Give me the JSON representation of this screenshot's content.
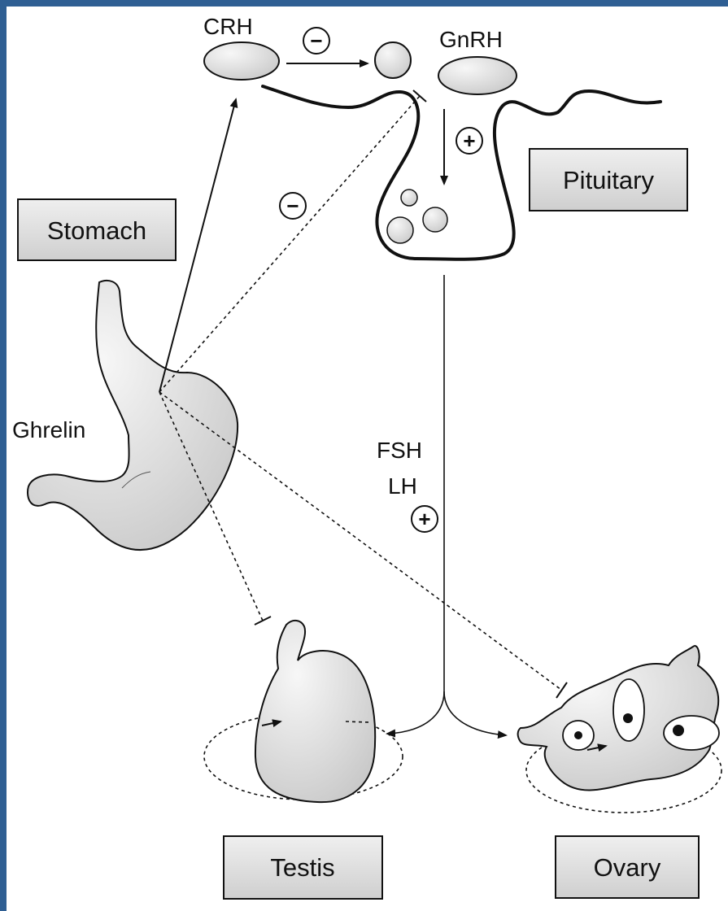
{
  "labels": {
    "crh": "CRH",
    "gnrh": "GnRH",
    "pituitary": "Pituitary",
    "stomach": "Stomach",
    "ghrelin": "Ghrelin",
    "fsh": "FSH",
    "lh": "LH",
    "testis": "Testis",
    "ovary": "Ovary"
  },
  "signs": {
    "crh_inhibit": "−",
    "gnrh_stimulate": "+",
    "ghrelin_inhibit": "−",
    "gonadotropin_stimulate": "+"
  },
  "colors": {
    "frame": "#2f5f93",
    "box_fill": "#dcdcdc",
    "organ_fill": "#e6e6e6",
    "stroke": "#111111"
  }
}
